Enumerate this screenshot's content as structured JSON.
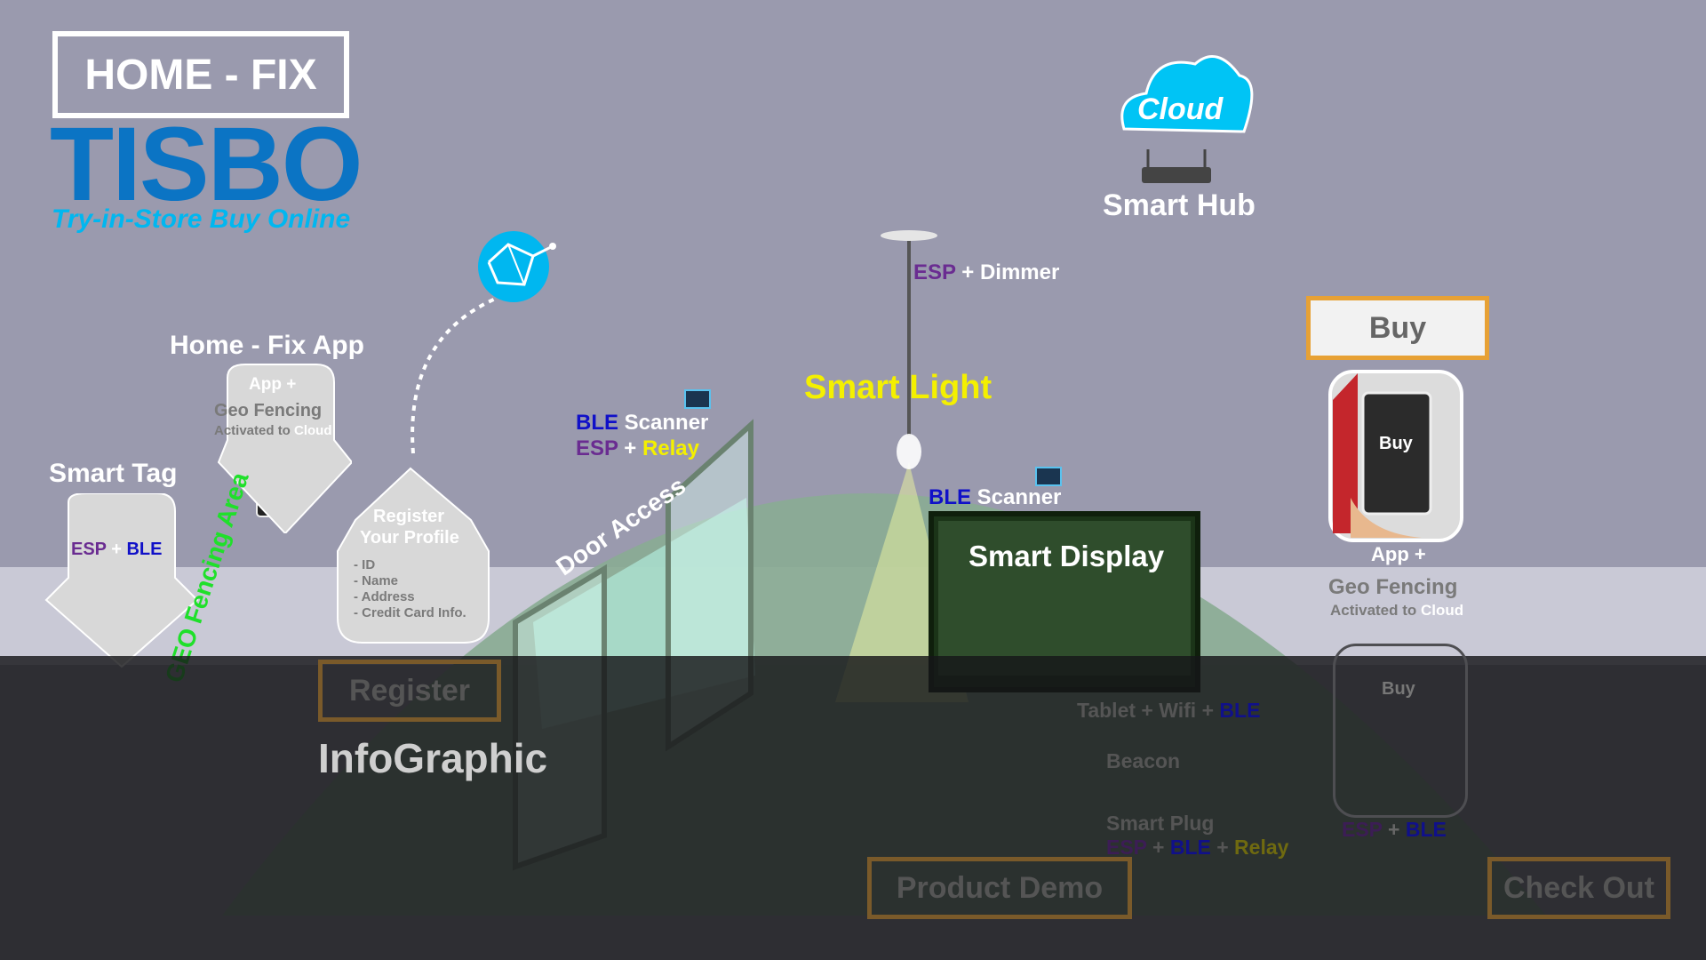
{
  "header": {
    "logo_box": "HOME - FIX",
    "brand": "TISBO",
    "tagline": "Try-in-Store Buy Online"
  },
  "cloud": {
    "label": "Cloud",
    "hub_label": "Smart Hub"
  },
  "app": {
    "title": "Home - Fix App",
    "bubble_line1": "App +",
    "bubble_line2": "Geo Fencing",
    "bubble_line3a": "Activated to ",
    "bubble_line3b": "Cloud"
  },
  "smart_tag": {
    "title": "Smart Tag",
    "esp": "ESP",
    "plus": " + ",
    "ble": "BLE"
  },
  "register_profile": {
    "line1": "Register",
    "line2": "Your Profile",
    "items": [
      "- ID",
      "- Name",
      "- Address",
      "- Credit Card Info."
    ]
  },
  "geo_fencing_label": "GEO Fencing Area",
  "door": {
    "label": "Door Access",
    "scanner_ble": "BLE",
    "scanner_word": " Scanner",
    "relay_esp": "ESP",
    "relay_plus": " + ",
    "relay_word": "Relay"
  },
  "light": {
    "label": "Smart Light",
    "esp": "ESP",
    "dimmer": " + Dimmer"
  },
  "display": {
    "scanner_ble": "BLE",
    "scanner_word": " Scanner",
    "label": "Smart Display"
  },
  "products": {
    "tablet_a": "Tablet + Wifi + ",
    "tablet_b": "BLE",
    "beacon": "Beacon",
    "plug": "Smart Plug",
    "plug_esp": "ESP",
    "plug_plus1": " + ",
    "plug_ble": "BLE",
    "plug_plus2": " + ",
    "plug_relay": "Relay"
  },
  "buy": {
    "button": "Buy",
    "phone_button": "Buy",
    "line1": "App +",
    "line2": "Geo Fencing",
    "line3a": "Activated to ",
    "line3b": "Cloud",
    "remote_button": "Buy",
    "esp": "ESP",
    "plus": " + ",
    "ble": "BLE"
  },
  "actions": {
    "register": "Register",
    "product_demo": "Product  Demo",
    "check_out": "Check Out"
  },
  "overlay_title": "InfoGraphic",
  "colors": {
    "background": "#9a9aae",
    "brand_blue": "#0b74c4",
    "accent_cyan": "#00b7f0",
    "geo_green": "#8aab94",
    "action_border": "#e7a135",
    "yellow": "#f4f000"
  }
}
